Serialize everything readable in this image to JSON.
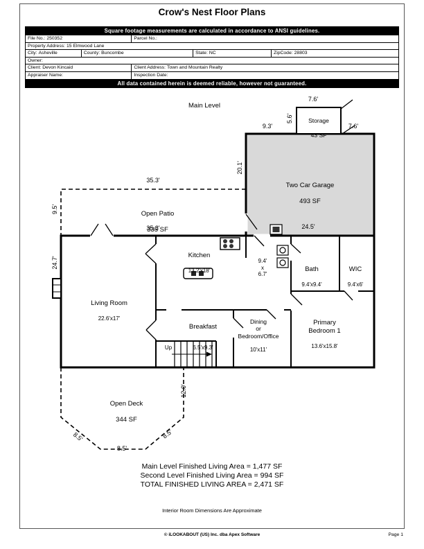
{
  "page": {
    "title": "Crow's Nest Floor Plans",
    "footer": "© iLOOKABOUT (US) Inc. dba Apex Software",
    "page_number": "Page 1"
  },
  "banners": {
    "top": "Square footage measurements are calculated in accordance to ANSI guidelines.",
    "bottom": "All data contained herein is deemed reliable, however not guaranteed."
  },
  "colors": {
    "banner_bg": "#000000",
    "banner_text": "#ffffff",
    "garage_fill": "#d9d9d9"
  },
  "form": {
    "rows": [
      {
        "fields": [
          {
            "label": "File No.:",
            "value": "250352"
          },
          {
            "label": "Parcel No.:",
            "value": ""
          }
        ]
      },
      {
        "fields": [
          {
            "label": "Property Address:",
            "value": "15 Elmwood Lane"
          }
        ]
      },
      {
        "fields": [
          {
            "label": "City:",
            "value": "Asheville"
          },
          {
            "label": "County:",
            "value": "Buncombe"
          },
          {
            "label": "State:",
            "value": "NC"
          },
          {
            "label": "ZipCode:",
            "value": "28803"
          }
        ]
      },
      {
        "fields": [
          {
            "label": "Owner:",
            "value": ""
          }
        ]
      },
      {
        "fields": [
          {
            "label": "Client:",
            "value": "Devon Kincaid"
          },
          {
            "label": "Client Address:",
            "value": "Town and Mountain Realty"
          }
        ]
      },
      {
        "fields": [
          {
            "label": "Appraiser Name:",
            "value": ""
          },
          {
            "label": "Inspection Date:",
            "value": ""
          }
        ]
      }
    ]
  },
  "plan": {
    "level": "Main Level",
    "up": "Up",
    "rooms": {
      "storage": {
        "name": "Storage",
        "area": "43 SF"
      },
      "garage": {
        "name": "Two Car Garage",
        "area": "493 SF"
      },
      "patio": {
        "name": "Open Patio",
        "area": "335 SF"
      },
      "kitchen": {
        "name": "Kitchen",
        "dims": "13.2'x18'"
      },
      "living": {
        "name": "Living Room",
        "dims": "22.6'x17'"
      },
      "breakfast": {
        "name": "Breakfast",
        "dims": "6.5'x9.3'"
      },
      "dining": {
        "name": "Dining\nor\nBedroom/Office",
        "dims": "10'x11'"
      },
      "bath": {
        "name": "Bath",
        "dims": "9.4'x9.4'"
      },
      "wic": {
        "name": "WIC",
        "dims": "9.4'x6'"
      },
      "primary": {
        "name": "Primary\nBedroom 1",
        "dims": "13.6'x15.8'"
      },
      "deck": {
        "name": "Open Deck",
        "area": "344 SF"
      },
      "hall": {
        "dims": "9.4'\nx\n6.7'"
      }
    },
    "dims": {
      "storage_top": "7.6'",
      "storage_left": "5.6'",
      "storage_right": "7.6'",
      "garage_top": "9.3'",
      "garage_left": "20.1'",
      "garage_bottom": "24.5'",
      "patio_top": "35.3'",
      "patio_left": "9.5'",
      "patio_bottom": "35.3'",
      "living_left": "24.7'",
      "deck_right": "12.0'",
      "deck_bottom_left": "8.5'",
      "deck_bottom_mid": "8.5'",
      "deck_bottom_right": "8.5'"
    }
  },
  "summary": {
    "line1": "Main Level Finished Living Area = 1,477 SF",
    "line2": "Second Level Finished Living Area = 994 SF",
    "line3": "TOTAL FINISHED LIVING AREA = 2,471 SF",
    "note": "Interior Room Dimensions Are Approximate"
  }
}
